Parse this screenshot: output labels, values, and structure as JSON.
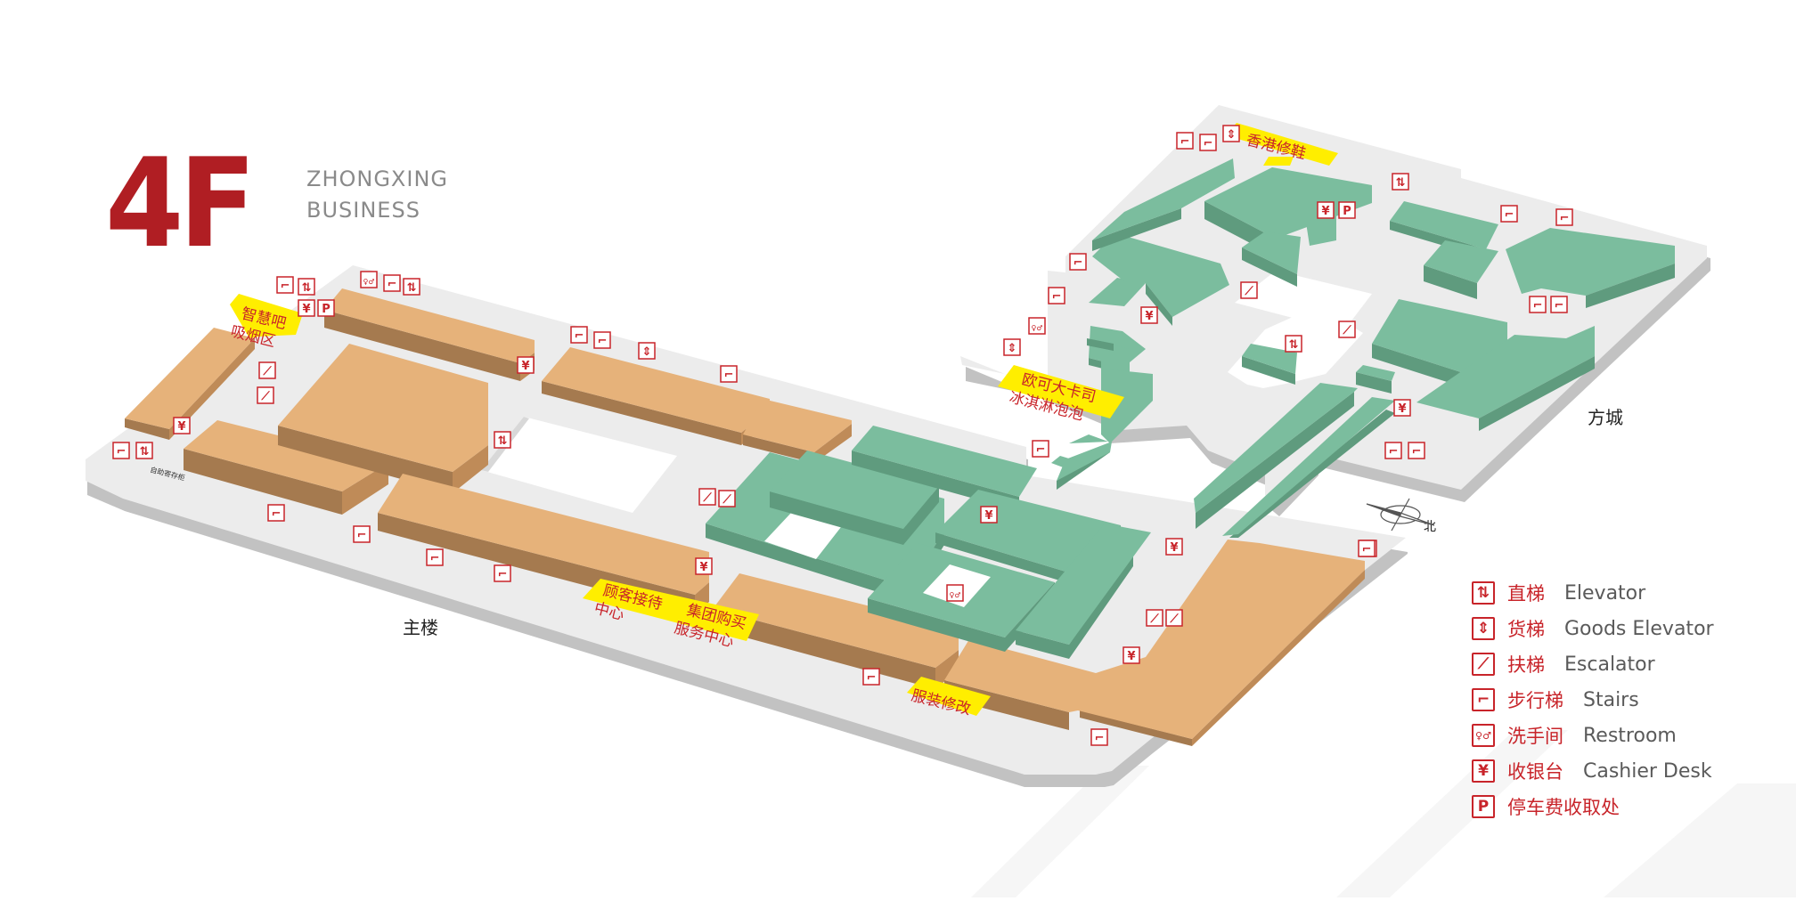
{
  "header": {
    "floor": "4F",
    "brand_line1": "ZHONGXING",
    "brand_line2": "BUSINESS"
  },
  "areas": {
    "main_building": "主楼",
    "fangcheng": "方城",
    "north": "北"
  },
  "map_labels": {
    "smart_bar_line1": "智慧吧",
    "smart_bar_line2": "吸烟区",
    "hk_shoes": "香港修鞋",
    "cafe_line1": "欧可大卡司",
    "cafe_line2": "冰淇淋泡泡",
    "service_center_line1": "顾客接待",
    "service_center_line2": "中心",
    "group_buy_line1": "集团购买",
    "group_buy_line2": "服务中心",
    "tailor": "服装修改",
    "locker": "自助寄存柜"
  },
  "legend": [
    {
      "icon": "elevator-icon",
      "glyph": "⇅",
      "cn": "直梯",
      "en": "Elevator"
    },
    {
      "icon": "goods-elevator-icon",
      "glyph": "⇕",
      "cn": "货梯",
      "en": "Goods Elevator"
    },
    {
      "icon": "escalator-icon",
      "glyph": "⟋",
      "cn": "扶梯",
      "en": "Escalator"
    },
    {
      "icon": "stairs-icon",
      "glyph": "⌐",
      "cn": "步行梯",
      "en": "Stairs"
    },
    {
      "icon": "restroom-icon",
      "glyph": "♀♂",
      "cn": "洗手间",
      "en": "Restroom"
    },
    {
      "icon": "cashier-icon",
      "glyph": "¥",
      "cn": "收银台",
      "en": "Cashier Desk"
    },
    {
      "icon": "parking-payment-icon",
      "glyph": "P",
      "cn": "停车费收取处",
      "en": ""
    }
  ],
  "colors": {
    "accent_red": "#c8242a",
    "floor_red": "#b01e23",
    "shop_tan": "#e6b27a",
    "shop_green": "#7bbd9e",
    "highlight_yellow": "#ffee00",
    "floor_gray": "#eeeeee"
  }
}
